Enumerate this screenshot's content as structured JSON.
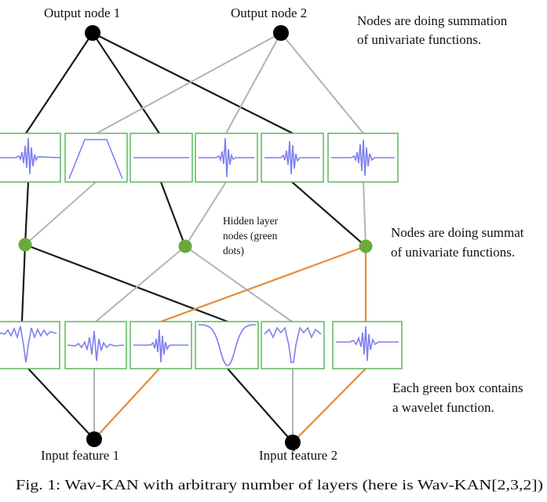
{
  "labels": {
    "output_node_1": "Output node 1",
    "output_node_2": "Output node 2",
    "input_feature_1": "Input feature 1",
    "input_feature_2": "Input feature 2"
  },
  "hidden_layer_label": [
    "Hidden layer",
    "nodes (green",
    "dots)"
  ],
  "notes": {
    "top": [
      "Nodes are doing summation",
      "of univariate functions."
    ],
    "middle": [
      "Nodes are doing summat",
      "of univariate functions."
    ],
    "bottom": [
      "Each green box contains",
      "a wavelet function."
    ]
  },
  "caption": "Fig. 1: Wav-KAN with arbitrary number of layers (here is Wav-KAN[2,3,2])",
  "colors": {
    "node_output_input": "#000000",
    "node_hidden": "#6aaa3a",
    "box_border": "#5cb85c",
    "wavelet": "#7f7ff0",
    "edge_black": "#1a1a1a",
    "edge_gray": "#b3b3b3",
    "edge_orange": "#e8893a"
  }
}
